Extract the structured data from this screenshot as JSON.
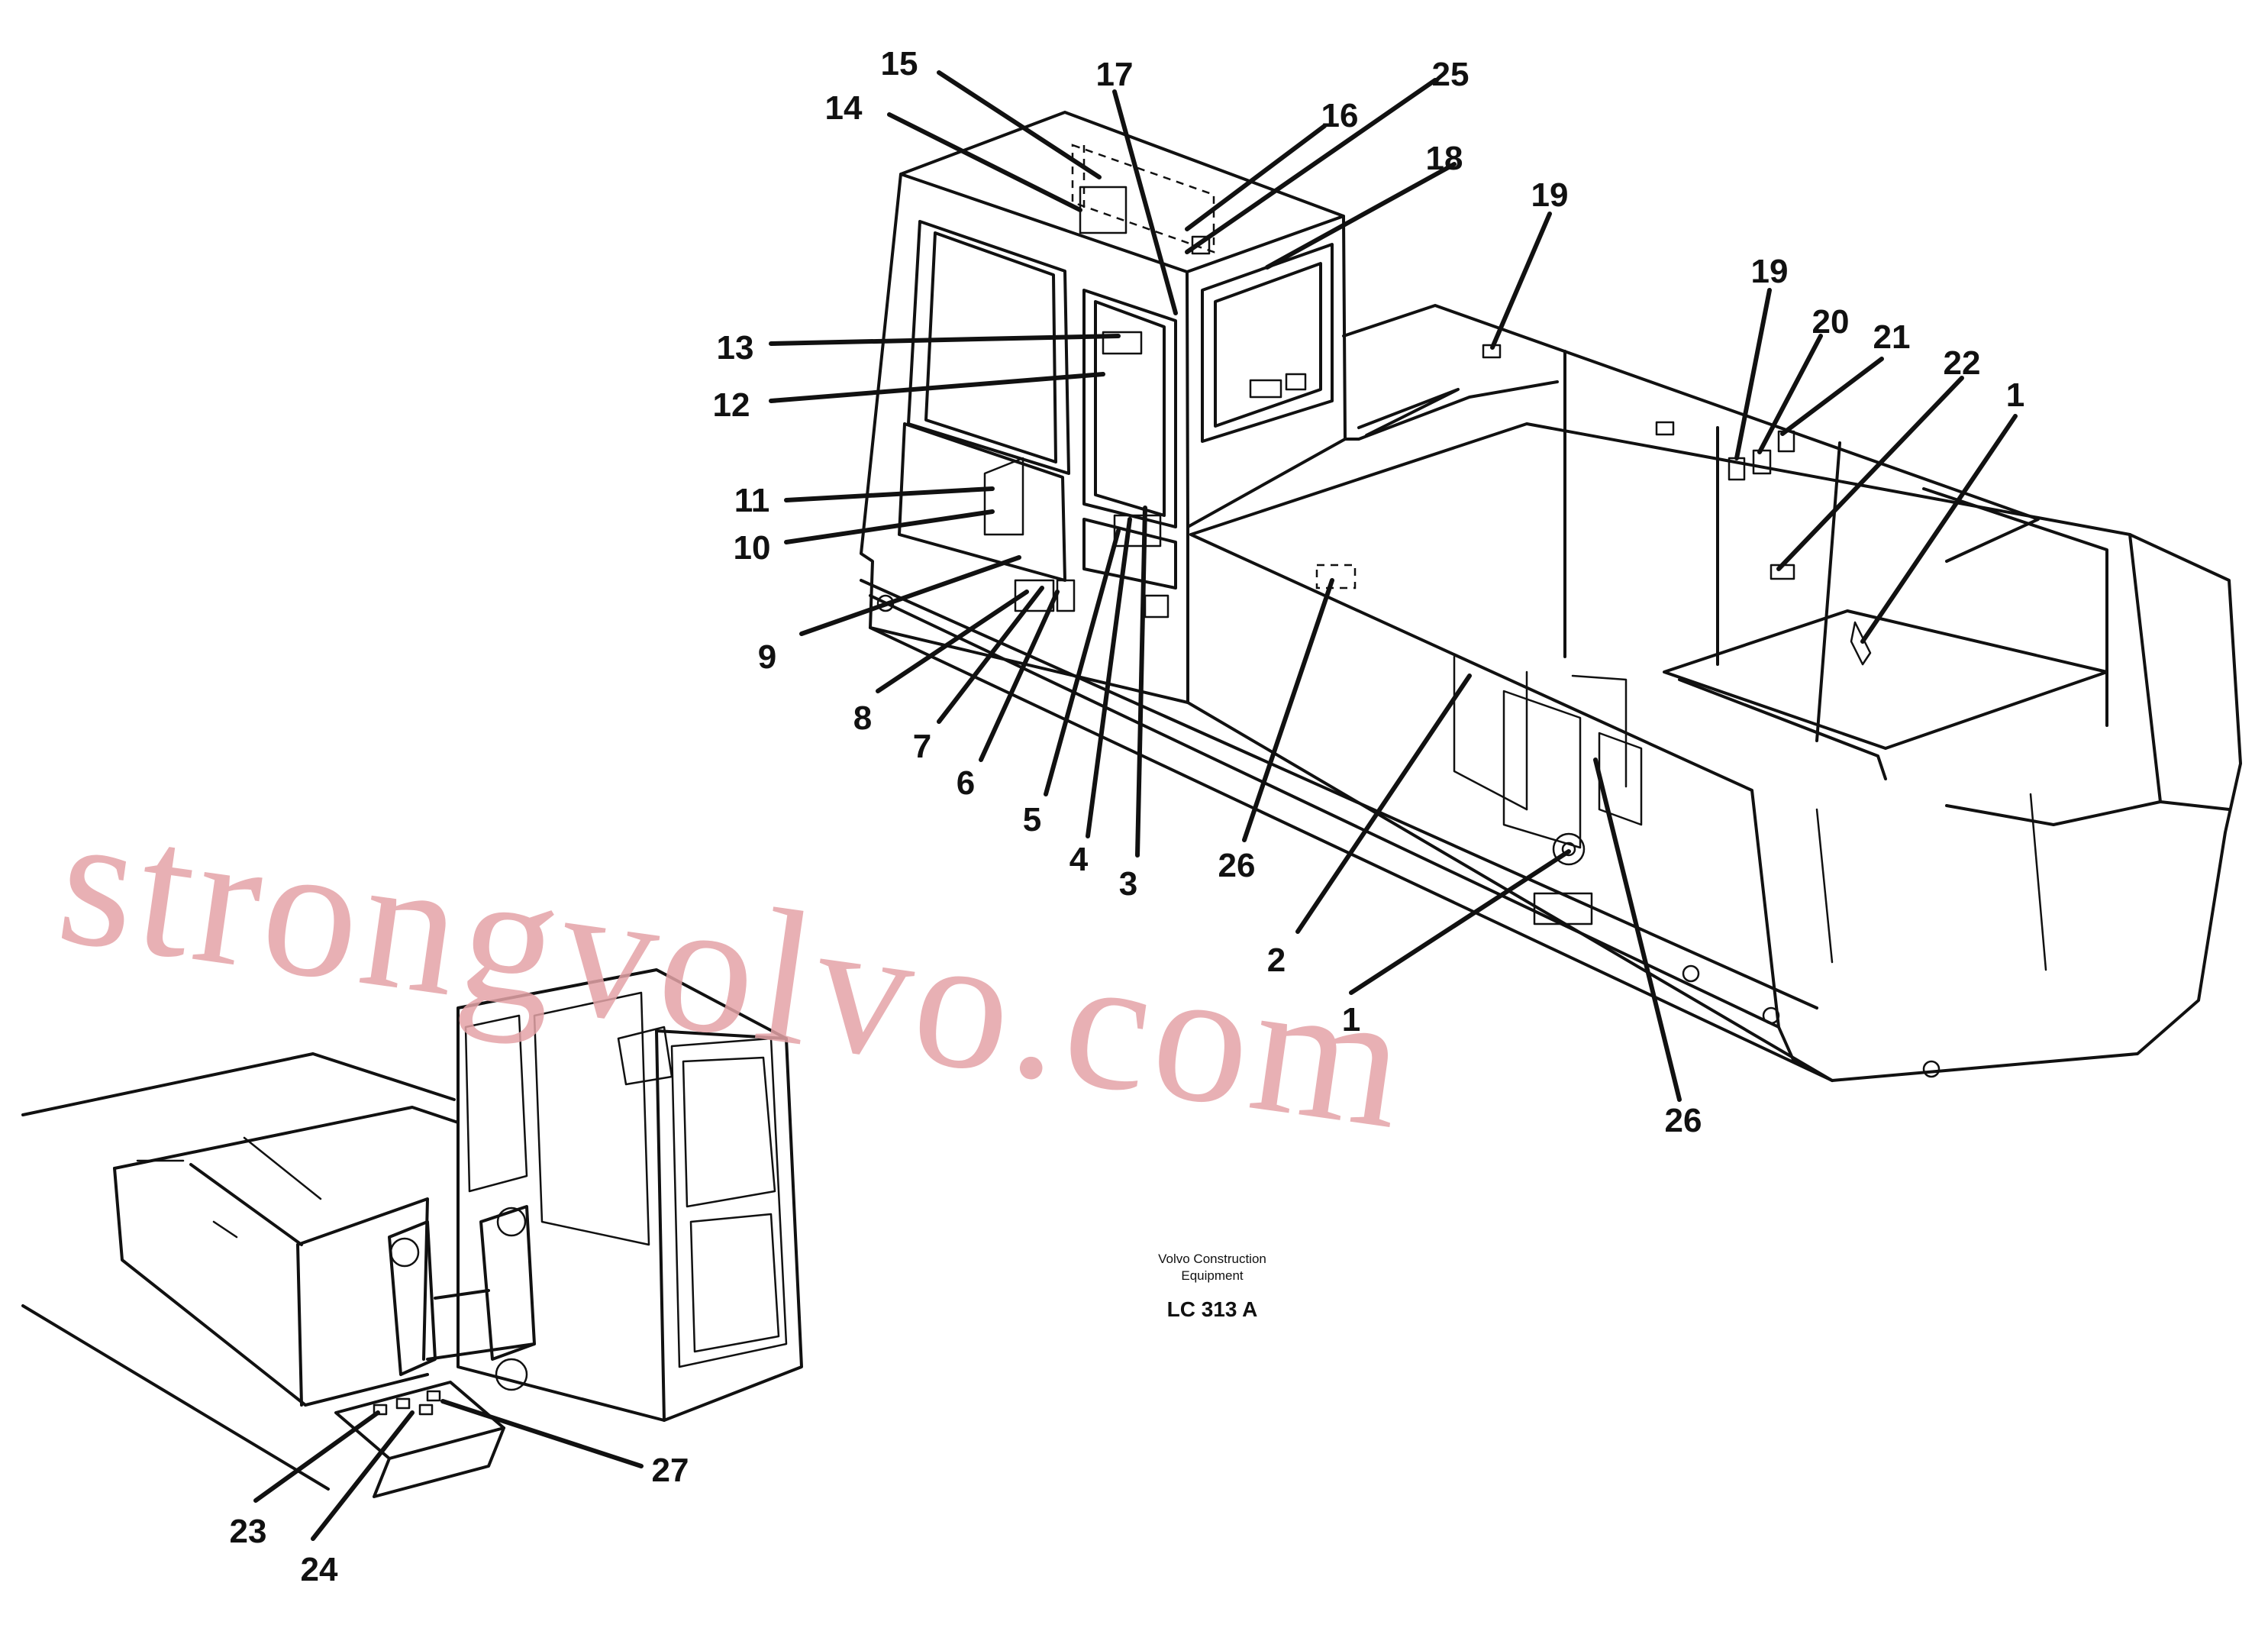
{
  "watermark": "strongvolvo.com",
  "caption": {
    "company_line1": "Volvo Construction",
    "company_line2": "Equipment",
    "reference": "LC 313 A"
  },
  "callouts": [
    "15",
    "17",
    "25",
    "14",
    "16",
    "18",
    "19",
    "19",
    "20",
    "21",
    "22",
    "1",
    "13",
    "12",
    "11",
    "10",
    "9",
    "8",
    "7",
    "6",
    "5",
    "4",
    "3",
    "26",
    "2",
    "1",
    "26",
    "27",
    "23",
    "24"
  ],
  "colors": {
    "line": "#111111",
    "watermark": "#e4a3a7",
    "background": "#ffffff"
  }
}
